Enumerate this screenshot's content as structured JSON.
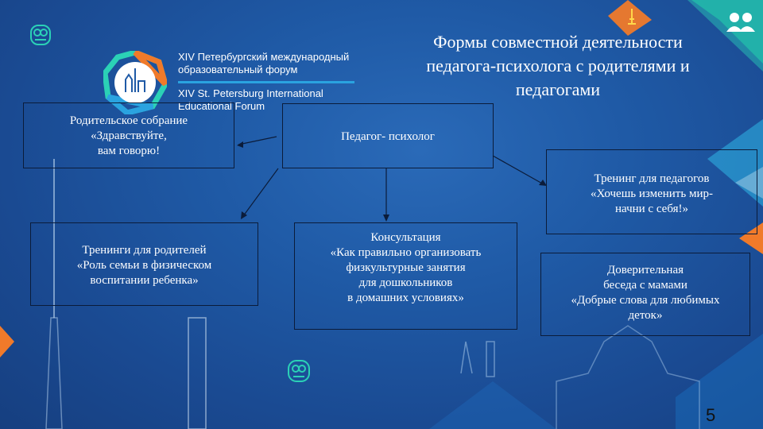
{
  "slide": {
    "title_lines": [
      "Формы совместной деятельности",
      "педагога-психолога с родителями и",
      "педагогами"
    ],
    "forum_ru": [
      "XIV Петербургский международный",
      "образовательный форум"
    ],
    "forum_en": [
      "XIV St. Petersburg International",
      "Educational Forum"
    ],
    "page_number": "5",
    "center": {
      "lines": [
        "Педагог- психолог"
      ]
    },
    "boxes": {
      "meeting": {
        "lines": [
          "Родительское собрание",
          "«Здравствуйте,",
          "вам говорю!"
        ]
      },
      "teacher_training": {
        "lines": [
          "Тренинг для педагогов",
          "«Хочешь изменить мир-",
          "начни с себя!»"
        ]
      },
      "parent_training": {
        "lines": [
          "Тренинги для родителей",
          "«Роль семьи в физическом",
          "воспитании ребенка»"
        ]
      },
      "consultation": {
        "lines": [
          "Консультация",
          "«Как правильно организовать",
          "физкультурные занятия",
          "для дошкольников",
          "в домашних условиях»"
        ]
      },
      "conversation": {
        "lines": [
          "Доверительная",
          "беседа с мамами",
          "«Добрые слова для любимых",
          "деток»"
        ]
      }
    }
  }
}
